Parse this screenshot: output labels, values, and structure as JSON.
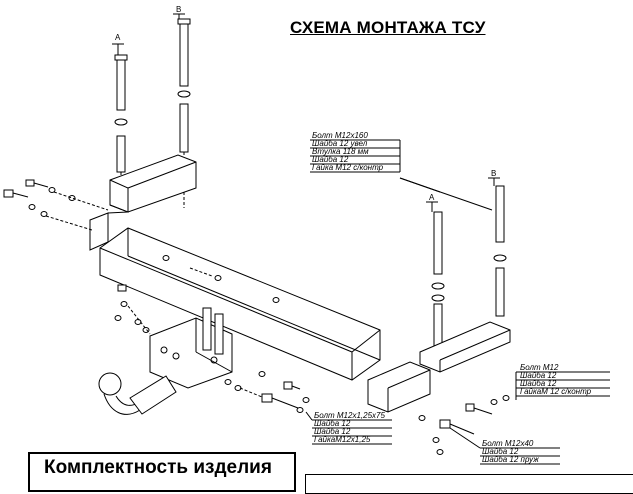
{
  "title": "СХЕМА МОНТАЖА ТСУ",
  "section_markers": {
    "a": "A",
    "b": "B"
  },
  "callout_top": [
    "Болт М12х160",
    "Шайба 12 увел",
    "Втулка 118 мм",
    "Шайба 12",
    "Гайка М12 с/контр"
  ],
  "callout_right": [
    "Болт М12",
    "Шайба 12",
    "Шайба 12",
    "ГайкаМ 12 с/контр"
  ],
  "callout_left_bottom": [
    "Болт М12х1,25х75",
    "Шайба 12",
    "Шайба 12",
    "ГайкаМ12х1,25"
  ],
  "callout_bottom": [
    "Болт М12х40",
    "Шайба 12",
    "Шайба 12 пруж"
  ],
  "kit_heading": "Комплектность изделия",
  "colors": {
    "line": "#000000",
    "background": "#ffffff"
  }
}
